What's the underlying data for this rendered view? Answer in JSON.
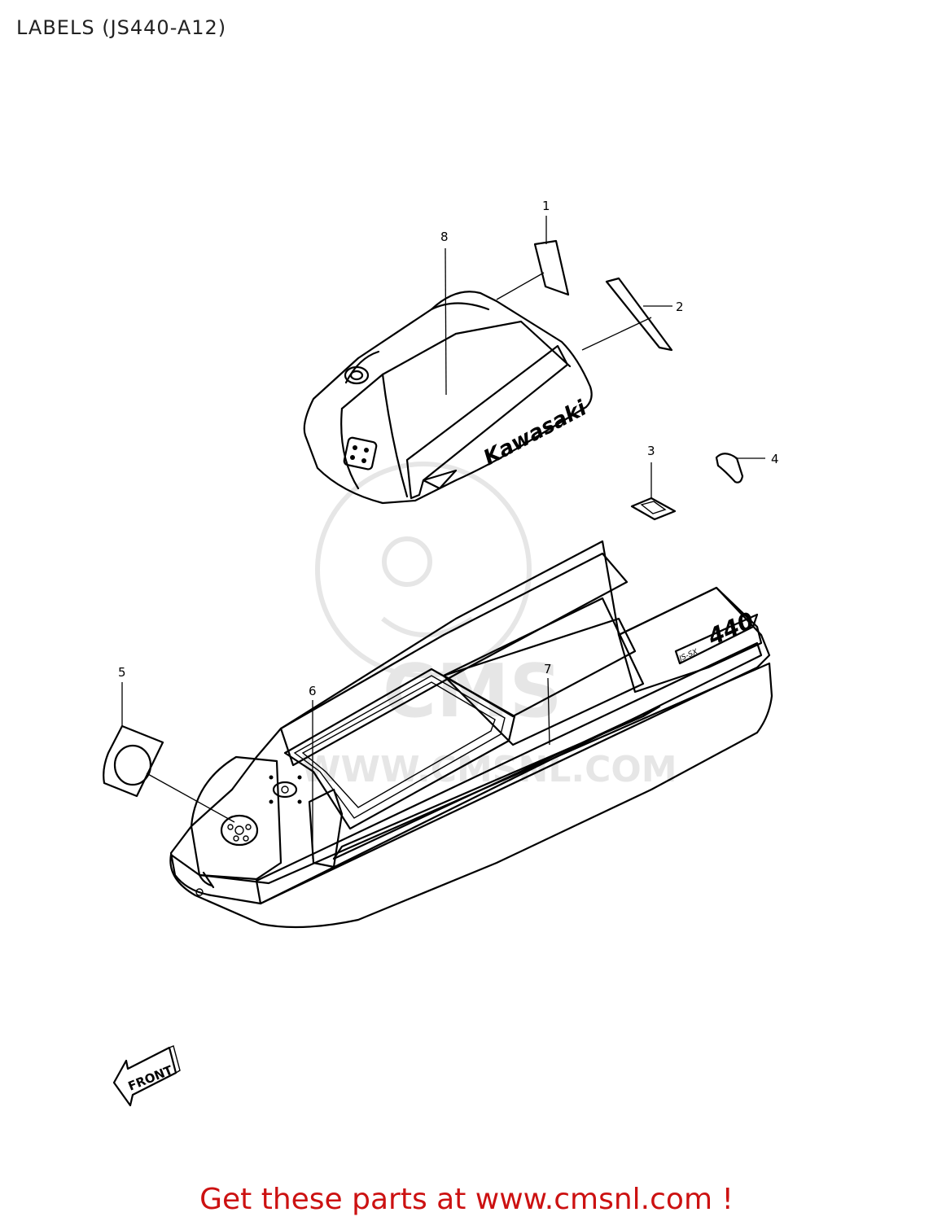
{
  "title": "LABELS (JS440-A12)",
  "footer": "Get these parts at www.cmsnl.com !",
  "callouts": [
    "1",
    "2",
    "3",
    "4",
    "5",
    "6",
    "7",
    "8"
  ],
  "decals": {
    "brand": "Kawasaki",
    "model": "440",
    "model_prefix": "JS-SX",
    "direction": "FRONT"
  },
  "watermark": {
    "logo": "CMS",
    "url": "WWW.CMSNL.COM"
  }
}
